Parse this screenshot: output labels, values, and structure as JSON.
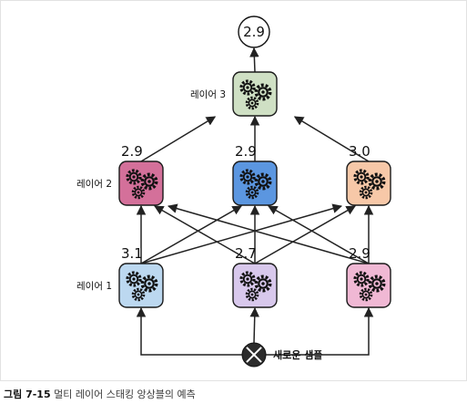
{
  "diagram": {
    "output": {
      "value": "2.9"
    },
    "layers": [
      {
        "label": "레이어 3",
        "nodes": [
          {
            "color": "#cfe0c4",
            "value": null
          }
        ]
      },
      {
        "label": "레이어 2",
        "nodes": [
          {
            "color": "#d4709a",
            "value": "2.9"
          },
          {
            "color": "#5b96e0",
            "value": "2.9"
          },
          {
            "color": "#f7c8a8",
            "value": "3.0"
          }
        ]
      },
      {
        "label": "레이어 1",
        "nodes": [
          {
            "color": "#bcd8f0",
            "value": "3.1"
          },
          {
            "color": "#d8c8ec",
            "value": "2.7"
          },
          {
            "color": "#f0b8d4",
            "value": "2.9"
          }
        ]
      }
    ],
    "input": {
      "label": "새로운 샘플"
    },
    "icons": {
      "node": "gears-icon",
      "input": "x-circle-icon"
    }
  },
  "caption": {
    "label": "그림 7-15",
    "text": "멀티 레이어 스태킹 앙상블의 예측"
  }
}
